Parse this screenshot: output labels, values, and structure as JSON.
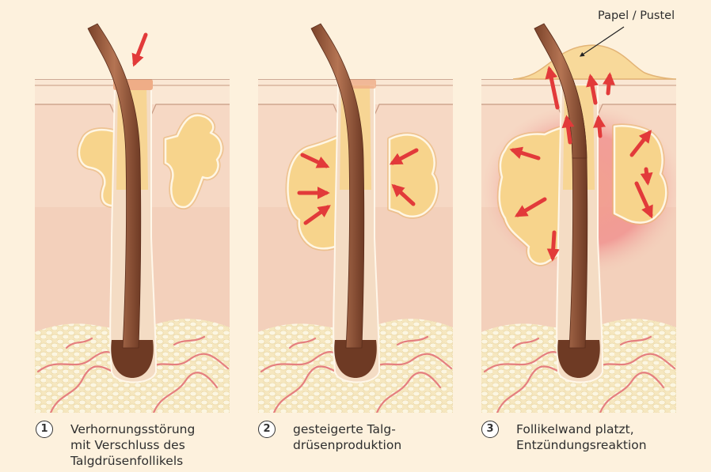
{
  "colors": {
    "background": "#fdf1dd",
    "dermis": "#f3d0bb",
    "epidermis": "#fae7d4",
    "horn_layer": "#efad87",
    "gland": "#f7d48c",
    "gland_edge": "#e9b36a",
    "hair": "#9b5a3a",
    "hair_dark": "#6e3a24",
    "fat": "#fbf3d9",
    "vessel": "#e57f7f",
    "arrow": "#e23a3a",
    "inflammation": "#f08a8a"
  },
  "panels": [
    {
      "step": "1",
      "lines": [
        "Verhornungsstörung",
        "mit Verschluss des",
        "Talgdrüsenfollikels"
      ],
      "icons": [
        "down-arrow-icon"
      ]
    },
    {
      "step": "2",
      "lines": [
        "gesteigerte Talg-",
        "drüsenproduktion"
      ],
      "icons": [
        "inward-arrow-icon"
      ]
    },
    {
      "step": "3",
      "lines": [
        "Follikelwand platzt,",
        "Entzündungsreaktion"
      ],
      "icons": [
        "outward-arrow-icon",
        "upward-arrow-icon"
      ]
    }
  ],
  "callout": {
    "text": "Papel / Pustel"
  }
}
